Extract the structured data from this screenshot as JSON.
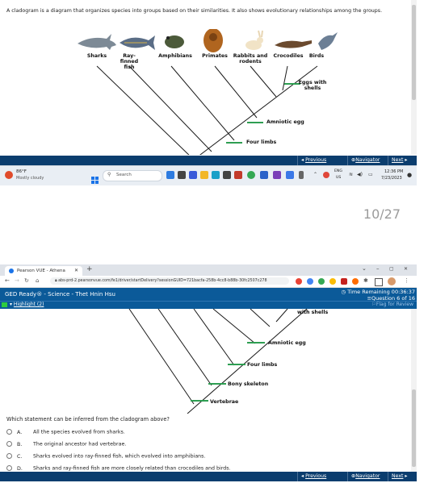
{
  "top": {
    "intro": "A cladogram is a diagram that organizes species into groups based on their similarities. It also shows evolutionary relationships among the groups.",
    "taxa": [
      "Sharks",
      "Ray-finned fish",
      "Amphibians",
      "Primates",
      "Rabbits and rodents",
      "Crocodiles",
      "Birds"
    ],
    "traits": [
      "Eggs with shells",
      "Amniotic egg",
      "Four limbs"
    ],
    "nav": {
      "previous": "Previous",
      "navigator": "Navigator",
      "next": "Next"
    }
  },
  "taskbar": {
    "temp": "86°F",
    "weather": "Mostly cloudy",
    "search_placeholder": "Search",
    "lang": "ENG",
    "region": "US",
    "time": "12:36 PM",
    "date": "7/23/2023"
  },
  "page_number": "10/27",
  "browser": {
    "tab_title": "Pearson VUE - Athena",
    "url": "abs-prd-2.pearsonvue.com/fe1/driver/startDelivery?sessionGUID=721bacfa-258b-4cc8-b88b-30fc2507c278",
    "app_title": "GED Ready® - Science - Thet Hnin Hsu",
    "time_remaining": "Time Remaining 00:36:37",
    "question_counter": "Question 6 of 16",
    "highlight": "Highlight (2)",
    "flag": "Flag for Review",
    "traits": [
      "with shells",
      "Amniotic egg",
      "Four limbs",
      "Bony skeleton",
      "Vertebrae"
    ],
    "question": "Which statement can be inferred from the cladogram above?",
    "options": [
      {
        "letter": "A.",
        "text": "All the species evolved from sharks."
      },
      {
        "letter": "B.",
        "text": "The original ancestor had vertebrae."
      },
      {
        "letter": "C.",
        "text": "Sharks evolved into ray-finned fish, which evolved into amphibians."
      },
      {
        "letter": "D.",
        "text": "Sharks and ray-finned fish are more closely related than crocodiles and birds."
      }
    ],
    "nav": {
      "previous": "Previous",
      "navigator": "Navigator",
      "next": "Next"
    }
  },
  "colors": {
    "nav_bg": "#0b3d6e",
    "header_bg": "#0b5a99",
    "trait_mark": "#2e9e52",
    "highlight_box": "#2ecc40"
  }
}
